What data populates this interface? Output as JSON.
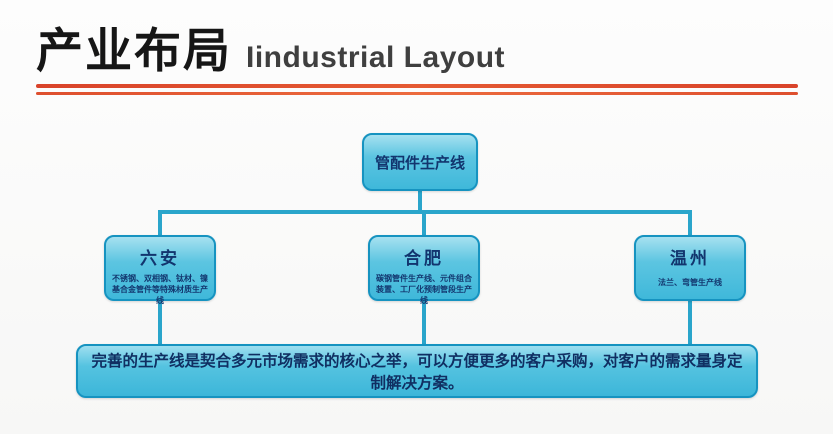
{
  "title": {
    "zh": "产业布局",
    "en": "Iindustrial Layout"
  },
  "colors": {
    "accent_red": "#d9432a",
    "node_fill": "#4fc0dd",
    "node_border": "#1693c0",
    "node_text": "#12356e",
    "connector": "#2aa5cb"
  },
  "diagram": {
    "root": {
      "label": "管配件生产线"
    },
    "children": [
      {
        "label": "六安",
        "desc": "不锈钢、双相钢、钛材、镍基合金管件等特殊材质生产线"
      },
      {
        "label": "合肥",
        "desc": "碳钢管件生产线、元件组合装置、工厂化预制管段生产线"
      },
      {
        "label": "温州",
        "desc": "法兰、弯管生产线"
      }
    ],
    "footer": "完善的生产线是契合多元市场需求的核心之举，可以方便更多的客户采购，对客户的需求量身定制解决方案。"
  }
}
